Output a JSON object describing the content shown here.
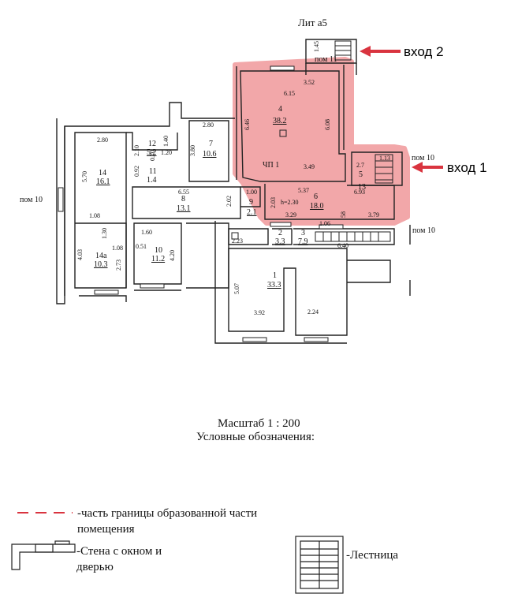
{
  "header": {
    "lit_label": "Лит а5"
  },
  "entrances": {
    "entrance2": {
      "label": "вход 2",
      "color": "#d9343f"
    },
    "entrance1": {
      "label": "вход 1",
      "color": "#d9343f"
    }
  },
  "highlight_color": "#f2a7a9",
  "rooms": {
    "r4": {
      "number": "4",
      "area": "38.2"
    },
    "r7": {
      "number": "7",
      "area": "10.6"
    },
    "r12": {
      "number": "12",
      "area": "5.2"
    },
    "r11": {
      "number": "11",
      "area": "1.4"
    },
    "r14": {
      "number": "14",
      "area": "16.1"
    },
    "r8": {
      "number": "8",
      "area": "13.1"
    },
    "r9": {
      "number": "9",
      "area": "2.1"
    },
    "r6": {
      "number": "6",
      "area": "18.0"
    },
    "r14a": {
      "number": "14а",
      "area": "10.3"
    },
    "r10": {
      "number": "10",
      "area": "11.2"
    },
    "r2": {
      "number": "2",
      "area": "3.3"
    },
    "r3": {
      "number": "3",
      "area": "7.9"
    },
    "r1": {
      "number": "1",
      "area": "33.3"
    },
    "r5": {
      "number": "5",
      "area": ""
    },
    "r13": {
      "number": "13",
      "area": ""
    }
  },
  "dimensions": {
    "d_1_45": "1.45",
    "d_3_52": "3.52",
    "d_6_15": "6.15",
    "d_6_46": "6.46",
    "d_6_08": "6.08",
    "d_3_49": "3.49",
    "d_1_13": "1.13",
    "d_2_7": "2.7",
    "d_6_93": "6.93",
    "d_5_37": "5.37",
    "d_2_03": "2.03",
    "d_h": "h=2.30",
    "d_3_29": "3.29",
    "d_3_79": "3.79",
    "d_1_06": "1.06",
    "d_2_80a": "2.80",
    "d_3_80": "3.80",
    "d_2_80b": "2.80",
    "d_2_10": "2.10",
    "d_1_40": "1.40",
    "d_1_20": "1.20",
    "d_0_70": "0.70",
    "d_0_92": "0.92",
    "d_5_70": "5.70",
    "d_6_55": "6.55",
    "d_2_02": "2.02",
    "d_1_00": "1.00",
    "d_1_08a": "1.08",
    "d_1_30": "1.30",
    "d_1_60": "1.60",
    "d_4_03": "4.03",
    "d_2_73": "2.73",
    "d_1_08b": "1.08",
    "d_0_51": "0.51",
    "d_4_20": "4.20",
    "d_2_23": "2.23",
    "d_6_40": "6.40",
    "d_5_07": "5.07",
    "d_3_92": "3.92",
    "d_2_24": "2.24",
    "d_58": "58"
  },
  "room_refs": {
    "pom11": "пом 11",
    "pom10_right1": "пом 10",
    "pom10_left": "пом 10",
    "pom10_right2": "пом 10",
    "chp1": "ЧП 1"
  },
  "scale_title": "Масштаб 1 : 200",
  "legend": {
    "title": "Условные обозначения:",
    "dashed_line_color": "#d9343f",
    "dashed_line_text": "-часть границы образованной части помещения",
    "wall_text": "-Стена с окном и дверью",
    "stair_text": "-Лестница"
  }
}
